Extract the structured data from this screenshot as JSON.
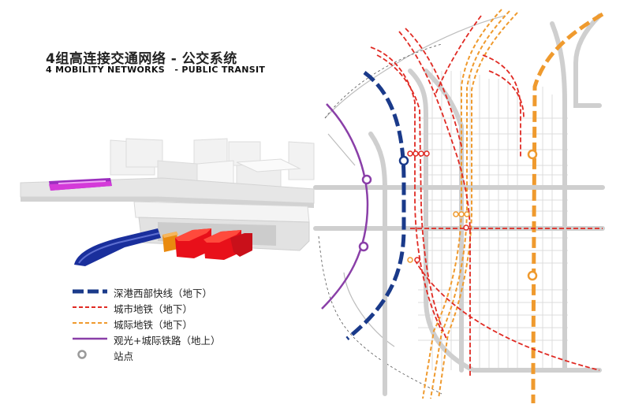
{
  "title": {
    "cn": "4组高连接交通网络 - 公交系统",
    "en": "4 MOBILITY NETWORKS   - PUBLIC TRANSIT"
  },
  "colors": {
    "express": "#1a3a8a",
    "metro": "#e02a23",
    "intercity": "#ef9a2e",
    "tram": "#8a3fa8",
    "station": "#9a9a9a",
    "streets": "#d6d6d6",
    "arterials": "#c8c8c8"
  },
  "legend": [
    {
      "key": "express",
      "label": "深港西部快线（地下）",
      "style": "dash-thick"
    },
    {
      "key": "metro",
      "label": "城市地铁（地下）",
      "style": "dash-thin"
    },
    {
      "key": "intercity",
      "label": "城际地铁（地下）",
      "style": "dash-thin"
    },
    {
      "key": "tram",
      "label": "观光+城际铁路（地上）",
      "style": "solid"
    },
    {
      "key": "station",
      "label": "站点",
      "style": "circle"
    }
  ]
}
